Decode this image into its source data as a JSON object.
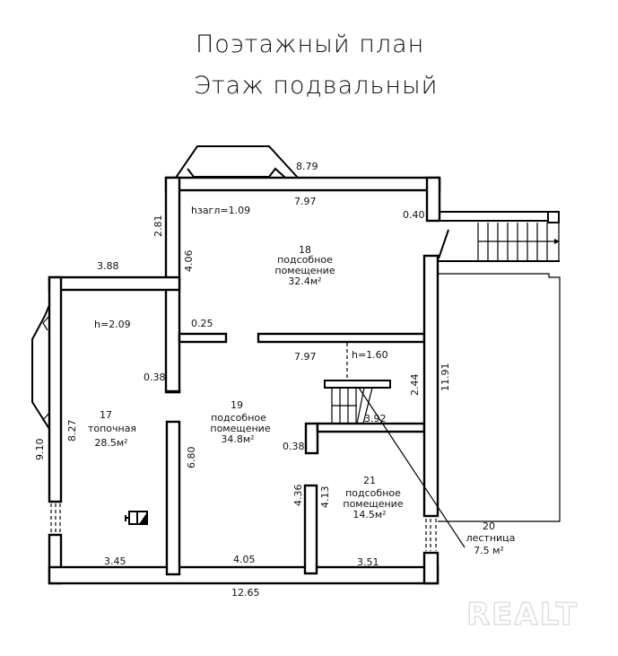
{
  "title": {
    "line1": "Поэтажный план",
    "line2": "Этаж подвальный"
  },
  "rooms": [
    {
      "number": "17",
      "name": "топочная",
      "area": "28.5м²",
      "height": "h=2.09"
    },
    {
      "number": "18",
      "name1": "подсобное",
      "name2": "помещение",
      "area": "32.4м²",
      "height": "hзагл=1.09"
    },
    {
      "number": "19",
      "name1": "подсобное",
      "name2": "помещение",
      "area": "34.8м²",
      "height": "h=1.60"
    },
    {
      "number": "20",
      "name": "лестница",
      "area": "7.5 м²"
    },
    {
      "number": "21",
      "name1": "подсобное",
      "name2": "помещение",
      "area": "14.5м²"
    }
  ],
  "dimensions": {
    "top_outer": "8.79",
    "top_inner": "7.97",
    "mid_inner": "7.97",
    "wall_040": "0.40",
    "left_upper": "2.81",
    "left_top": "3.88",
    "room18_side": "4.06",
    "wall_025": "0.25",
    "wall_038a": "0.38",
    "wall_038b": "0.38",
    "left_outer": "9.10",
    "room17_side": "8.27",
    "room19_side": "6.80",
    "stair_len": "3.92",
    "right_244": "2.44",
    "right_1191": "11.91",
    "room21_left": "4.36",
    "room21_right": "4.13",
    "bottom_17": "3.45",
    "bottom_19": "4.05",
    "bottom_21": "3.51",
    "bottom_total": "12.65"
  },
  "watermark": "REALT"
}
